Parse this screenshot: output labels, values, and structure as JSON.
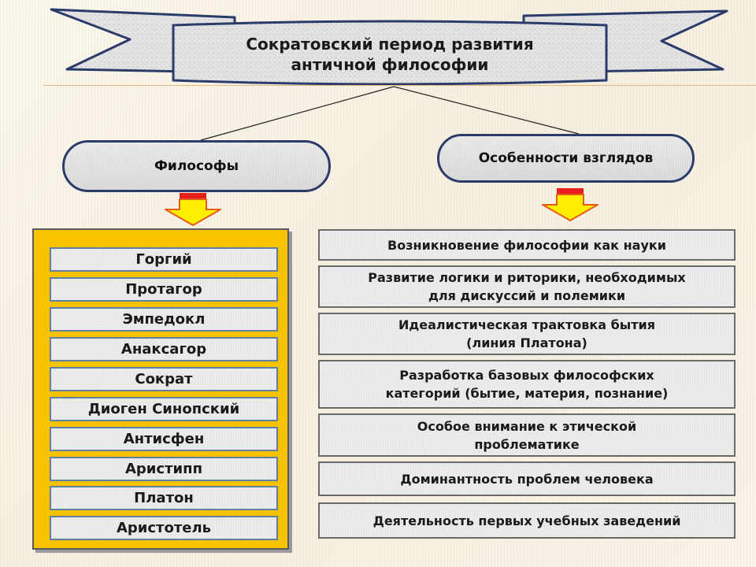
{
  "title": {
    "line1": "Сократовский период развития",
    "line2": "античной философии"
  },
  "branches": {
    "philosophers": "Философы",
    "features": "Особенности взглядов"
  },
  "philosophers": [
    "Горгий",
    "Протагор",
    "Эмпедокл",
    "Анаксагор",
    "Сократ",
    "Диоген Синопский",
    "Антисфен",
    "Аристипп",
    "Платон",
    "Аристотель"
  ],
  "features": [
    {
      "line1": "Возникновение философии как науки",
      "line2": ""
    },
    {
      "line1": "Развитие логики и риторики, необходимых",
      "line2": "для дискуссий и полемики"
    },
    {
      "line1": "Идеалистическая трактовка бытия",
      "line2": "(линия Платона)"
    },
    {
      "line1": "Разработка базовых философских",
      "line2": "категорий (бытие, материя, познание)"
    },
    {
      "line1": "Особое внимание к этической",
      "line2": "проблематике"
    },
    {
      "line1": "Доминантность проблем человека",
      "line2": ""
    },
    {
      "line1": "Деятельность первых учебных заведений",
      "line2": ""
    }
  ],
  "colors": {
    "panel_fill": "#f7c300",
    "oval_border": "#2c3c6a",
    "arrow_fill": "#ffee00",
    "arrow_stroke": "#e85a1a",
    "arrow_top": "#e81e1e"
  }
}
